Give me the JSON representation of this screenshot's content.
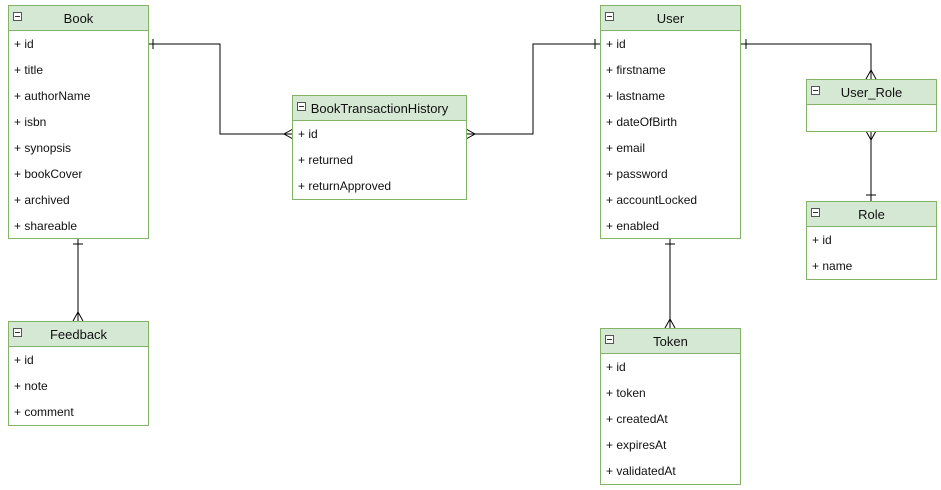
{
  "colors": {
    "header_fill": "#d5e8d4",
    "border": "#82b366",
    "line": "#000000"
  },
  "entities": {
    "book": {
      "title": "Book",
      "fields": [
        "+ id",
        "+ title",
        "+ authorName",
        "+ isbn",
        "+ synopsis",
        "+ bookCover",
        "+ archived",
        "+ shareable"
      ]
    },
    "feedback": {
      "title": "Feedback",
      "fields": [
        "+ id",
        "+ note",
        "+ comment"
      ]
    },
    "book_transaction_history": {
      "title": "BookTransactionHistory",
      "fields": [
        "+ id",
        "+ returned",
        "+ returnApproved"
      ]
    },
    "user": {
      "title": "User",
      "fields": [
        "+ id",
        "+ firstname",
        "+ lastname",
        "+ dateOfBirth",
        "+ email",
        "+ password",
        "+ accountLocked",
        "+ enabled"
      ]
    },
    "user_role": {
      "title": "User_Role",
      "fields": []
    },
    "role": {
      "title": "Role",
      "fields": [
        "+ id",
        "+ name"
      ]
    },
    "token": {
      "title": "Token",
      "fields": [
        "+ id",
        "+ token",
        "+ createdAt",
        "+ expiresAt",
        "+ validatedAt"
      ]
    }
  },
  "relationships": [
    {
      "from": "book",
      "to": "book_transaction_history",
      "from_cardinality": "one",
      "to_cardinality": "many"
    },
    {
      "from": "user",
      "to": "book_transaction_history",
      "from_cardinality": "one",
      "to_cardinality": "many"
    },
    {
      "from": "book",
      "to": "feedback",
      "from_cardinality": "one",
      "to_cardinality": "many"
    },
    {
      "from": "user",
      "to": "user_role",
      "from_cardinality": "one",
      "to_cardinality": "many"
    },
    {
      "from": "role",
      "to": "user_role",
      "from_cardinality": "one",
      "to_cardinality": "many"
    },
    {
      "from": "user",
      "to": "token",
      "from_cardinality": "one",
      "to_cardinality": "many"
    }
  ]
}
